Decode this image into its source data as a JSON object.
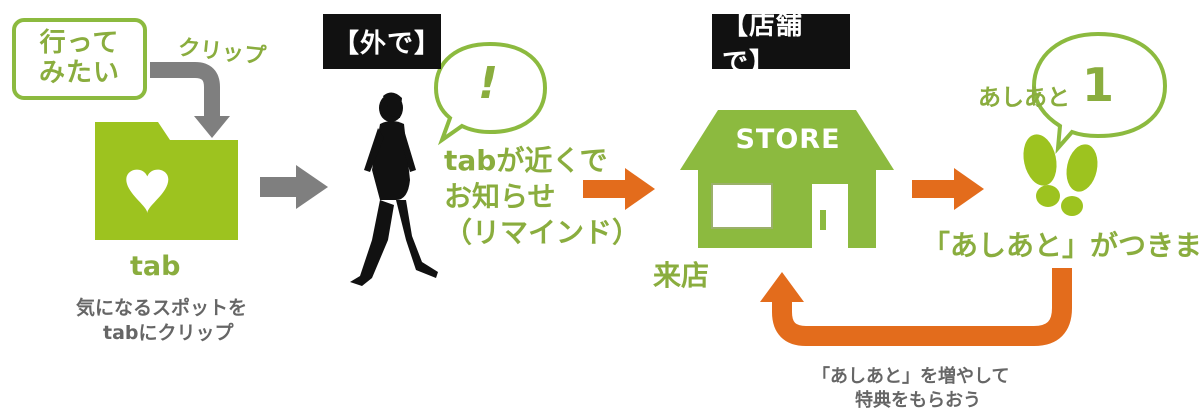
{
  "colors": {
    "green": "#8cba3f",
    "green_text": "#8aad3e",
    "orange": "#e36c1c",
    "gray_arrow": "#7f7f7f",
    "gray_text": "#666666",
    "black_tag": "#111111"
  },
  "step1": {
    "want_line1": "行って",
    "want_line2": "みたい",
    "clip_label": "クリップ",
    "folder_icon": "heart-folder-icon",
    "tab_label": "tab",
    "desc_line1": "気になるスポットを",
    "desc_line2": "tabにクリップ"
  },
  "step2": {
    "tag": "【外で】",
    "bubble_mark": "!",
    "remind_line1": "tabが近くで",
    "remind_line2": "お知らせ",
    "remind_line3": "（リマインド）",
    "person_icon": "walking-person-icon"
  },
  "step3": {
    "tag": "【店舗で】",
    "store_sign": "STORE",
    "visit_label": "来店"
  },
  "step4": {
    "ashiato_label": "あしあと",
    "ashiato_count": "1",
    "footprint_icon": "footprints-icon",
    "stamp_text": "「あしあと」がつきます"
  },
  "loop": {
    "line1": "「あしあと」を増やして",
    "line2": "特典をもらおう"
  }
}
